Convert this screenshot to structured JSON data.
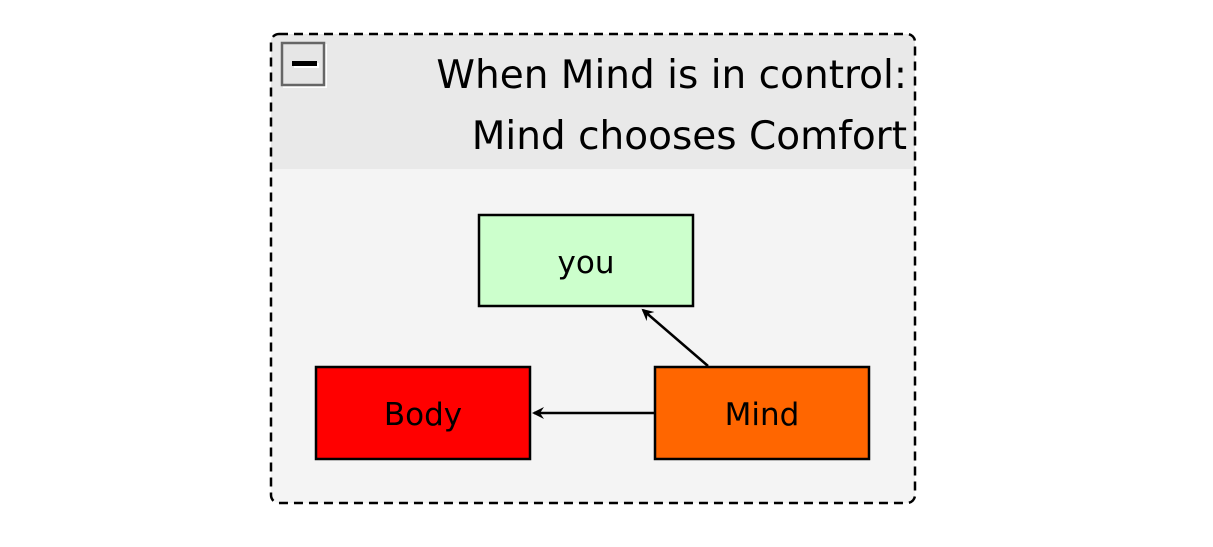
{
  "group": {
    "title_line1": "When Mind is in control:",
    "title_line2": "Mind chooses Comfort",
    "collapse_icon": "minus-icon"
  },
  "nodes": [
    {
      "id": "you",
      "label": "you",
      "color": "#ccffcc"
    },
    {
      "id": "body",
      "label": "Body",
      "color": "#ff0000"
    },
    {
      "id": "mind",
      "label": "Mind",
      "color": "#ff6600"
    }
  ],
  "edges": [
    {
      "from": "mind",
      "to": "you"
    },
    {
      "from": "mind",
      "to": "body"
    }
  ]
}
